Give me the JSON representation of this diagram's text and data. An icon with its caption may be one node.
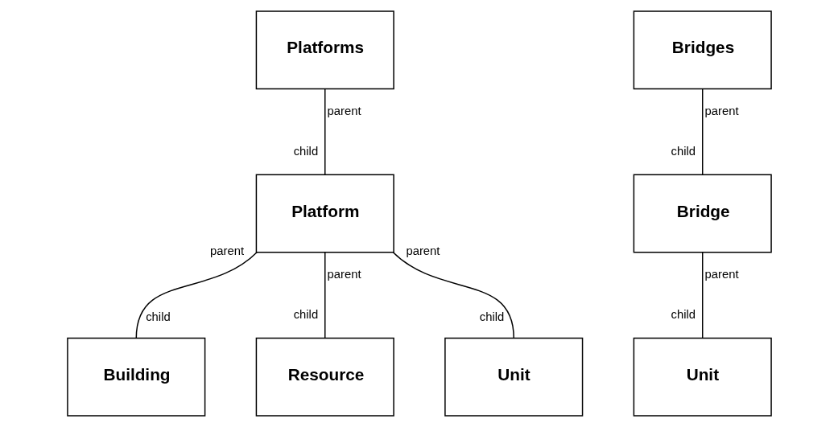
{
  "diagram": {
    "nodes": [
      {
        "text": [
          "Platforms"
        ]
      },
      {
        "text": [
          "Platform"
        ]
      },
      {
        "text": [
          "Building"
        ]
      },
      {
        "text": [
          "Resource"
        ]
      },
      {
        "text": [
          "Unit"
        ]
      },
      {
        "text": [
          "Bridges"
        ]
      },
      {
        "text": [
          "Bridge"
        ]
      },
      {
        "text": [
          "Unit"
        ]
      }
    ],
    "edges": [
      {
        "from": 0,
        "to": 1,
        "arrow": "none"
      },
      {
        "from": 1,
        "to": 2,
        "arrow": "none"
      },
      {
        "from": 1,
        "to": 3,
        "arrow": "none"
      },
      {
        "from": 1,
        "to": 4,
        "arrow": "none"
      },
      {
        "from": 5,
        "to": 6,
        "arrow": "none"
      },
      {
        "from": 6,
        "to": 7,
        "arrow": "none"
      }
    ],
    "labels": [
      "parent",
      "child",
      "parent",
      "child",
      "parent",
      "child",
      "parent",
      "child",
      "parent",
      "child",
      "parent",
      "child"
    ]
  }
}
